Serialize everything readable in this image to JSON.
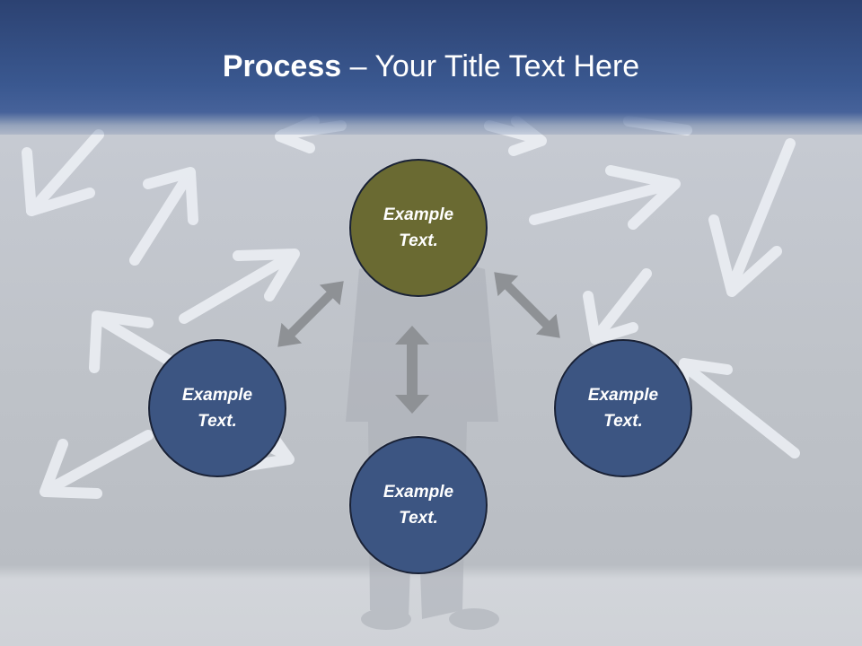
{
  "slide": {
    "title_bold": "Process",
    "title_rest": " – Your Title Text Here"
  },
  "nodes": {
    "top": "Example Text.",
    "left": "Example Text.",
    "right": "Example Text.",
    "bottom": "Example Text."
  },
  "colors": {
    "header": "#3a5890",
    "top_node": "#6a6a32",
    "other_nodes": "#3c5582",
    "connector_arrows": "#8e9195",
    "chalk_arrows": "#eef1f6"
  }
}
